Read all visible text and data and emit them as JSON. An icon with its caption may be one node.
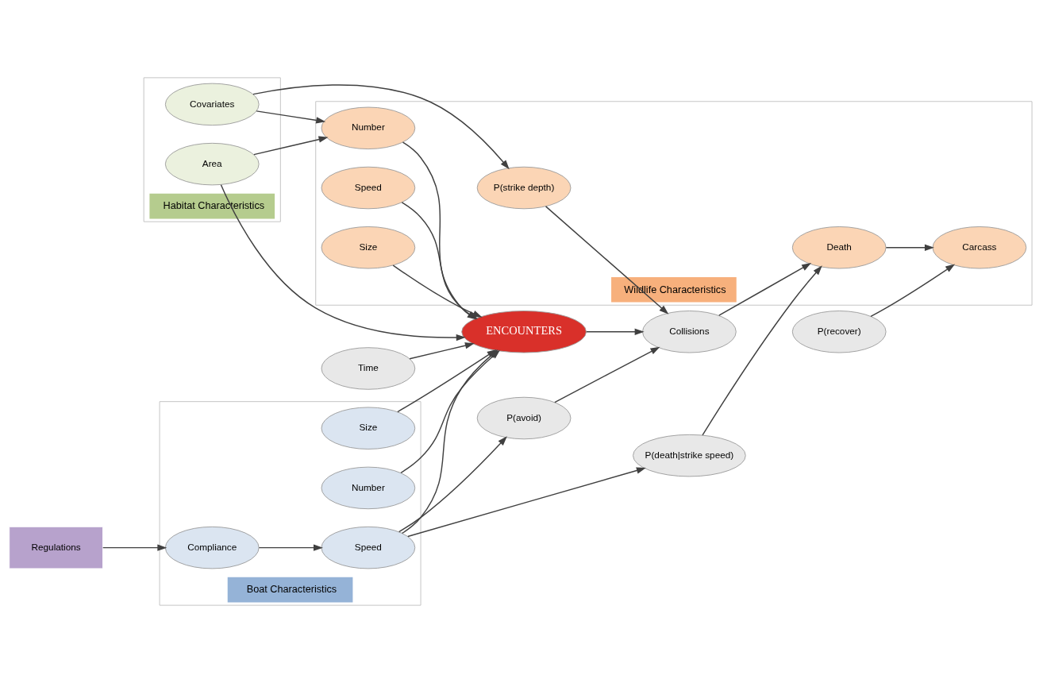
{
  "diagram": {
    "nodes": [
      {
        "text": [
          "Habitat Characteristics"
        ]
      },
      {
        "text": [
          "Covariates"
        ],
        "in": 0
      },
      {
        "text": [
          "Area"
        ],
        "in": 0
      },
      {
        "text": [
          "Wildlife Characteristics"
        ]
      },
      {
        "text": [
          "Carcass"
        ],
        "in": 3
      },
      {
        "text": [
          "Death"
        ],
        "in": 3
      },
      {
        "text": [
          "P(strike depth)"
        ],
        "in": 3
      },
      {
        "text": [
          "Number"
        ],
        "in": 3
      },
      {
        "text": [
          "Speed"
        ],
        "in": 3
      },
      {
        "text": [
          "Size"
        ],
        "in": 3
      },
      {
        "text": [
          "P(recover)"
        ]
      },
      {
        "text": [
          "P(death|strike speed)"
        ]
      },
      {
        "text": [
          "P(avoid)"
        ]
      },
      {
        "text": [
          "Collisions"
        ]
      },
      {
        "text": [
          "ENCOUNTERS"
        ]
      },
      {
        "text": [
          "Time"
        ]
      },
      {
        "text": [
          "Regulations"
        ]
      },
      {
        "text": [
          "Boat Characteristics"
        ]
      },
      {
        "text": [
          "Compliance"
        ],
        "in": 17
      },
      {
        "text": [
          "Speed"
        ],
        "in": 17
      },
      {
        "text": [
          "Number"
        ],
        "in": 17
      },
      {
        "text": [
          "Size"
        ],
        "in": 17
      }
    ],
    "edges": [
      {
        "from": 10,
        "to": 4,
        "arrow": "to"
      },
      {
        "from": 5,
        "to": 4,
        "arrow": "to"
      },
      {
        "from": 11,
        "to": 5,
        "arrow": "to"
      },
      {
        "from": 13,
        "to": 5,
        "arrow": "to"
      },
      {
        "from": 19,
        "to": 11,
        "arrow": "to"
      },
      {
        "from": 19,
        "to": 12,
        "arrow": "to"
      },
      {
        "from": 12,
        "to": 13,
        "arrow": "to"
      },
      {
        "from": 1,
        "to": 6,
        "arrow": "to"
      },
      {
        "from": 1,
        "to": 7,
        "arrow": "to"
      },
      {
        "from": 2,
        "to": 7,
        "arrow": "to"
      },
      {
        "from": 2,
        "to": 14,
        "arrow": "to"
      },
      {
        "from": 6,
        "to": 13,
        "arrow": "to"
      },
      {
        "from": 7,
        "to": 14,
        "arrow": "to"
      },
      {
        "from": 8,
        "to": 14,
        "arrow": "to"
      },
      {
        "from": 9,
        "to": 14,
        "arrow": "to"
      },
      {
        "from": 14,
        "to": 13,
        "arrow": "to"
      },
      {
        "from": 15,
        "to": 14,
        "arrow": "to"
      },
      {
        "from": 16,
        "to": 18,
        "arrow": "to"
      },
      {
        "from": 18,
        "to": 19,
        "arrow": "to"
      },
      {
        "from": 19,
        "to": 14,
        "arrow": "to"
      },
      {
        "from": 20,
        "to": 14,
        "arrow": "to"
      },
      {
        "from": 21,
        "to": 14,
        "arrow": "to"
      }
    ]
  }
}
